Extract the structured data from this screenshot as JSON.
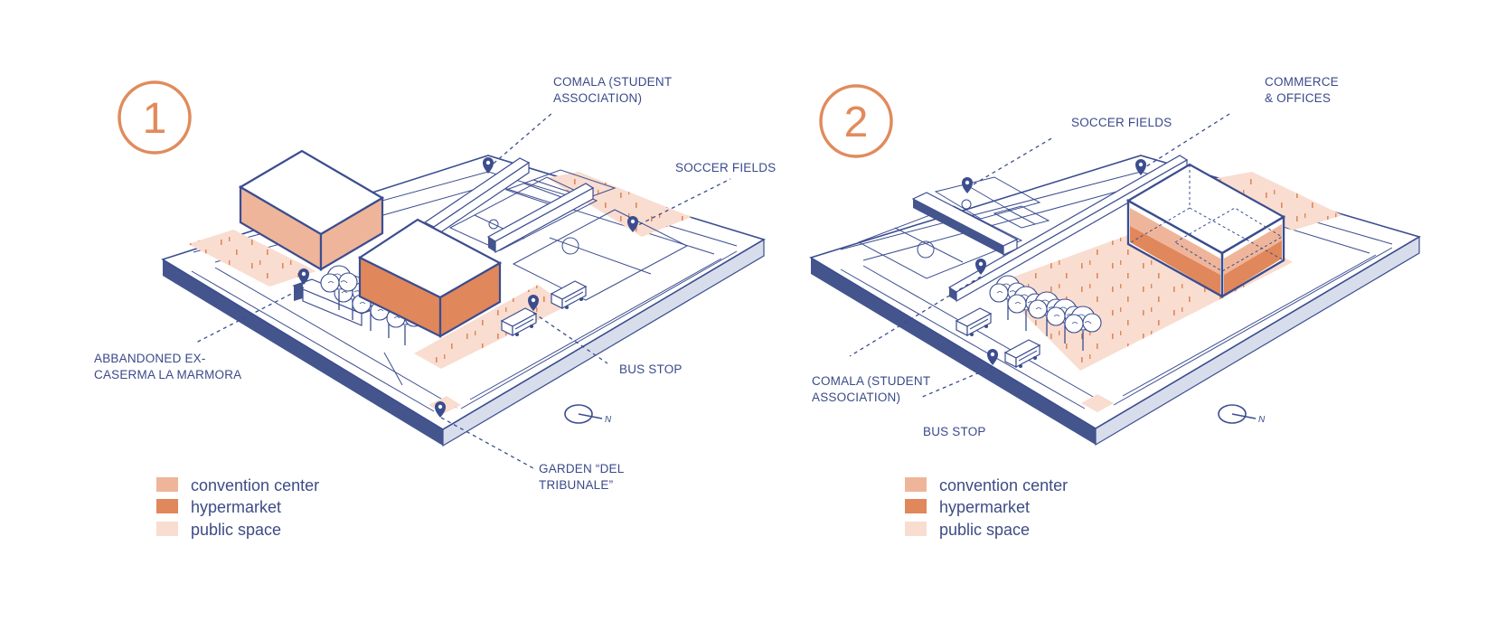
{
  "colors": {
    "navy": "#3b4d8f",
    "navy_side": "#44558e",
    "navy_light": "#d8ddec",
    "convention_center": "#efb59a",
    "hypermarket": "#e0875b",
    "public_space": "#f9ddd0",
    "accent": "#e18b5c"
  },
  "scenario1": {
    "number": "1",
    "labels": {
      "comala_l1": "COMALA (STUDENT",
      "comala_l2": "ASSOCIATION)",
      "soccer": "SOCCER FIELDS",
      "abandoned_l1": "ABBANDONED EX-",
      "abandoned_l2": "CASERMA LA MARMORA",
      "bus_stop": "BUS STOP",
      "garden_l1": "GARDEN “DEL",
      "garden_l2": "TRIBUNALE”"
    },
    "north": "N",
    "legend": [
      {
        "label": "convention center",
        "swatch": "#efb59a"
      },
      {
        "label": "hypermarket",
        "swatch": "#e0875b"
      },
      {
        "label": "public space",
        "swatch": "#f9ddd0"
      }
    ]
  },
  "scenario2": {
    "number": "2",
    "labels": {
      "soccer": "SOCCER FIELDS",
      "commerce_l1": "COMMERCE",
      "commerce_l2": "& OFFICES",
      "comala_l1": "COMALA (STUDENT",
      "comala_l2": "ASSOCIATION)",
      "bus_stop": "BUS STOP"
    },
    "north": "N",
    "legend": [
      {
        "label": "convention center",
        "swatch": "#efb59a"
      },
      {
        "label": "hypermarket",
        "swatch": "#e0875b"
      },
      {
        "label": "public space",
        "swatch": "#f9ddd0"
      }
    ]
  }
}
